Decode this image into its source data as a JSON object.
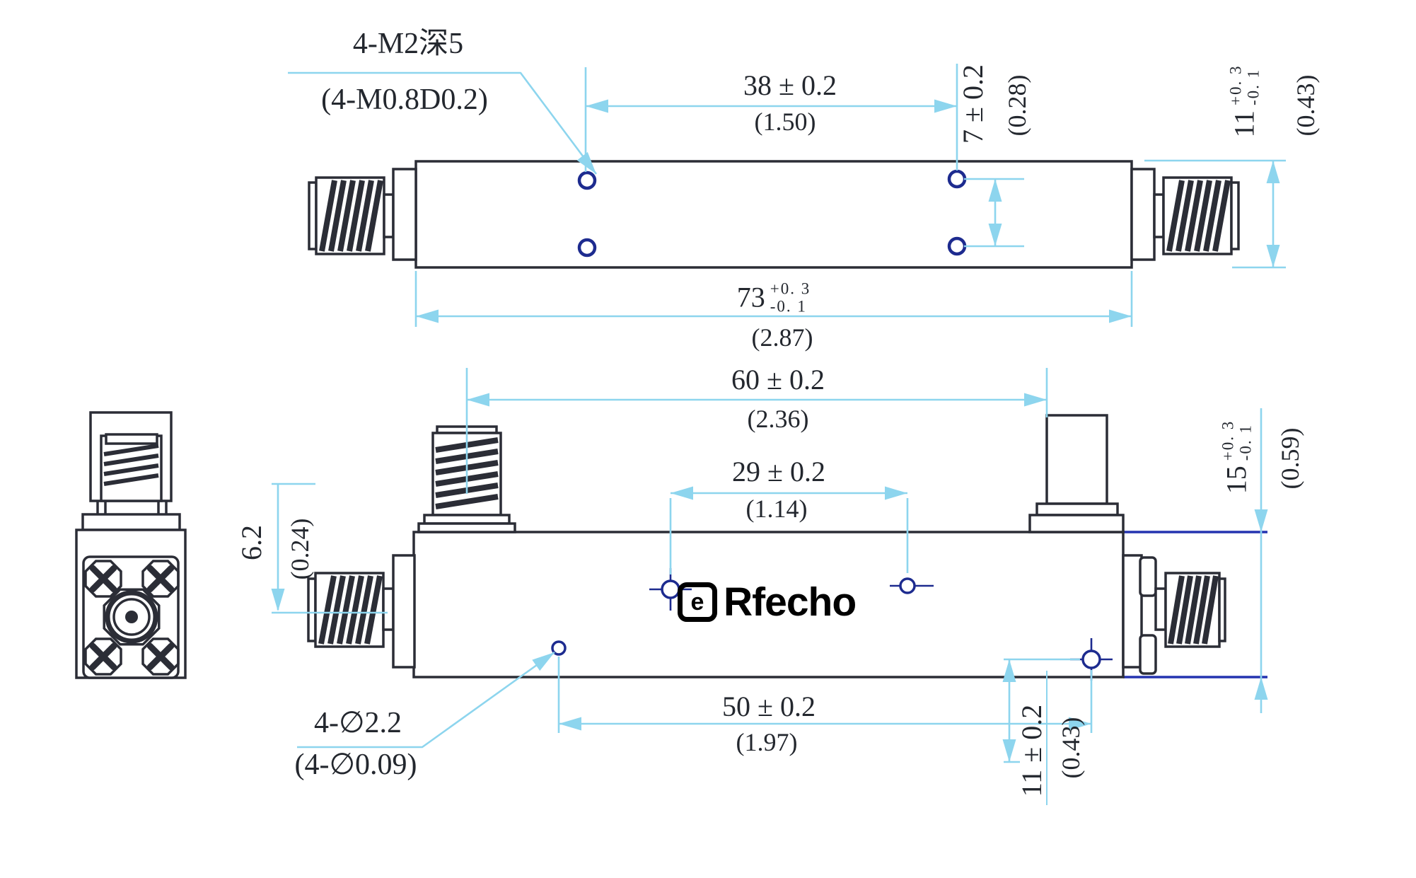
{
  "meta": {
    "colors": {
      "line": "#2b2d36",
      "dim": "#8dd5ee",
      "navy": "#1d2b8f",
      "blue": "#2433b0",
      "text": "#23272e",
      "bg": "#ffffff",
      "logo": "#000000"
    }
  },
  "logo": {
    "icon": "e",
    "text": "Rfecho"
  },
  "notes": {
    "thread": {
      "line1": "4-M2深5",
      "line2": "(4-M0.8D0.2)"
    },
    "holes": {
      "line1": "4-∅2.2",
      "line2": "(4-∅0.09)"
    }
  },
  "dims": {
    "d38": {
      "mm": "38 ± 0.2",
      "inch": "(1.50)"
    },
    "d7": {
      "mm": "7 ± 0.2",
      "inch": "(0.28)"
    },
    "d11t": {
      "mm": "11",
      "tp": "+0. 3",
      "tm": "-0. 1",
      "inch": "(0.43)"
    },
    "d73": {
      "mm": "73",
      "tp": "+0. 3",
      "tm": "-0. 1",
      "inch": "(2.87)"
    },
    "d60": {
      "mm": "60 ± 0.2",
      "inch": "(2.36)"
    },
    "d29": {
      "mm": "29 ± 0.2",
      "inch": "(1.14)"
    },
    "d62": {
      "mm": "6.2",
      "inch": "(0.24)"
    },
    "d50": {
      "mm": "50 ± 0.2",
      "inch": "(1.97)"
    },
    "d11b": {
      "mm": "11 ± 0.2",
      "inch": "(0.43)"
    },
    "d15": {
      "mm": "15",
      "tp": "+0. 3",
      "tm": "-0. 1",
      "inch": "(0.59)"
    }
  }
}
